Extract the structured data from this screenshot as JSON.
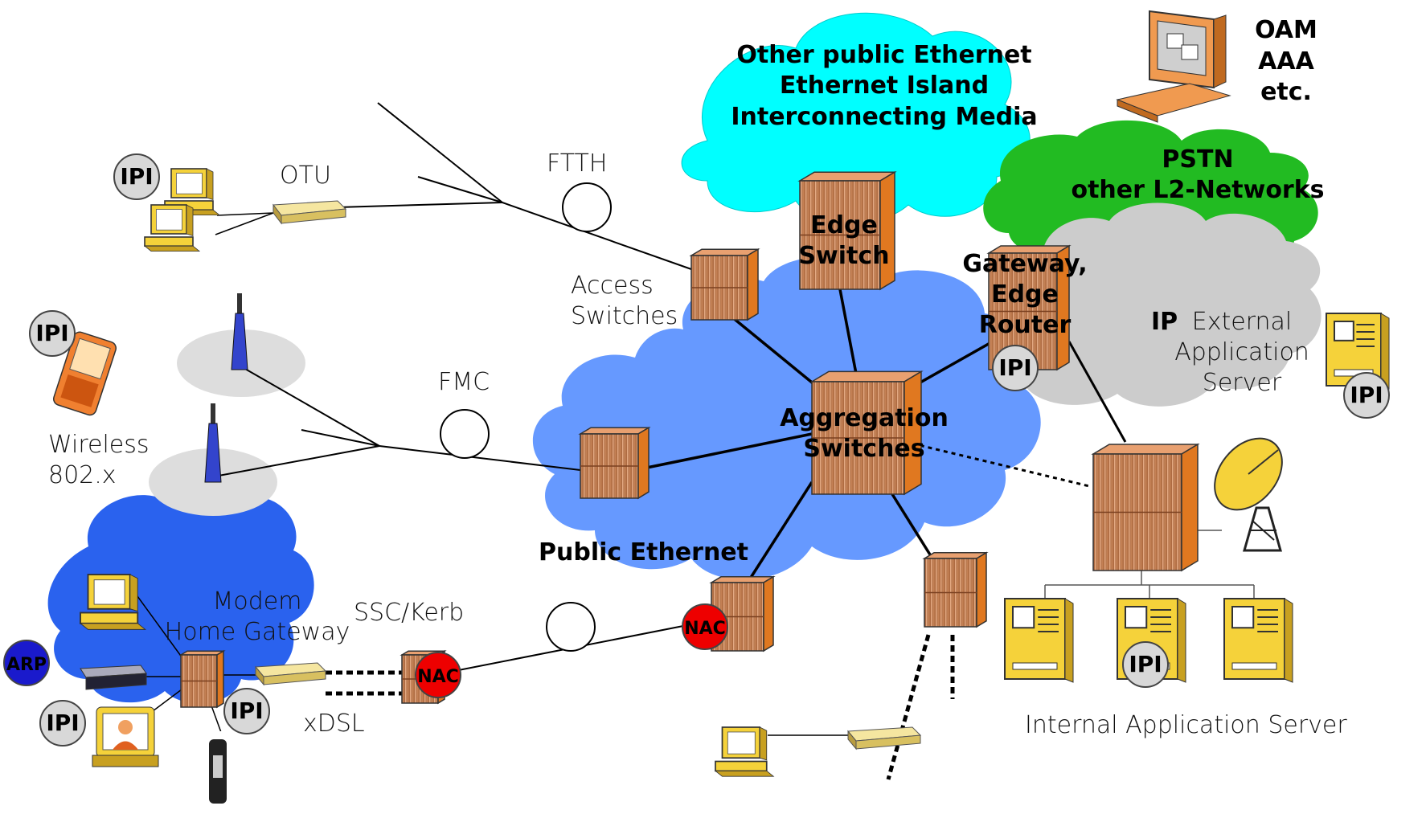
{
  "clouds": {
    "other_public": {
      "lines": [
        "Other public Ethernet",
        "Ethernet Island",
        "Interconnecting Media"
      ],
      "color": "#00ffff"
    },
    "pstn": {
      "lines": [
        "PSTN",
        "other L2-Networks"
      ],
      "color": "#22bb22"
    },
    "ip": {
      "label": "IP",
      "color": "#cccccc"
    },
    "public_ethernet": {
      "label": "Public Ethernet",
      "color": "#6699ff"
    },
    "home": {
      "color": "#2a62ee"
    }
  },
  "oam": {
    "lines": [
      "OAM",
      "AAA",
      "etc."
    ]
  },
  "labels": {
    "otu": "OTU",
    "ftth": "FTTH",
    "access_switches": [
      "Access",
      "Switches"
    ],
    "fmc": "FMC",
    "wireless": [
      "Wireless",
      "802.x"
    ],
    "modem": [
      "Modem",
      "Home Gateway"
    ],
    "ssc_kerb": "SSC/Kerb",
    "xdsl": "xDSL",
    "edge_switch": [
      "Edge",
      "Switch"
    ],
    "gateway": [
      "Gateway,",
      "Edge",
      "Router"
    ],
    "aggregation": [
      "Aggregation",
      "Switches"
    ],
    "external_server": [
      "External",
      "Application",
      "Server"
    ],
    "internal_server": "Internal Application Server"
  },
  "badges": {
    "ipi": "IPI",
    "nac": "NAC",
    "arp": "ARP"
  },
  "colors": {
    "switch": "#c27a4a",
    "badge_gray": "#d8d8d8",
    "nac_red": "#ee0000",
    "arp_blue": "#1a1acc",
    "computer": "#f5d23a"
  }
}
